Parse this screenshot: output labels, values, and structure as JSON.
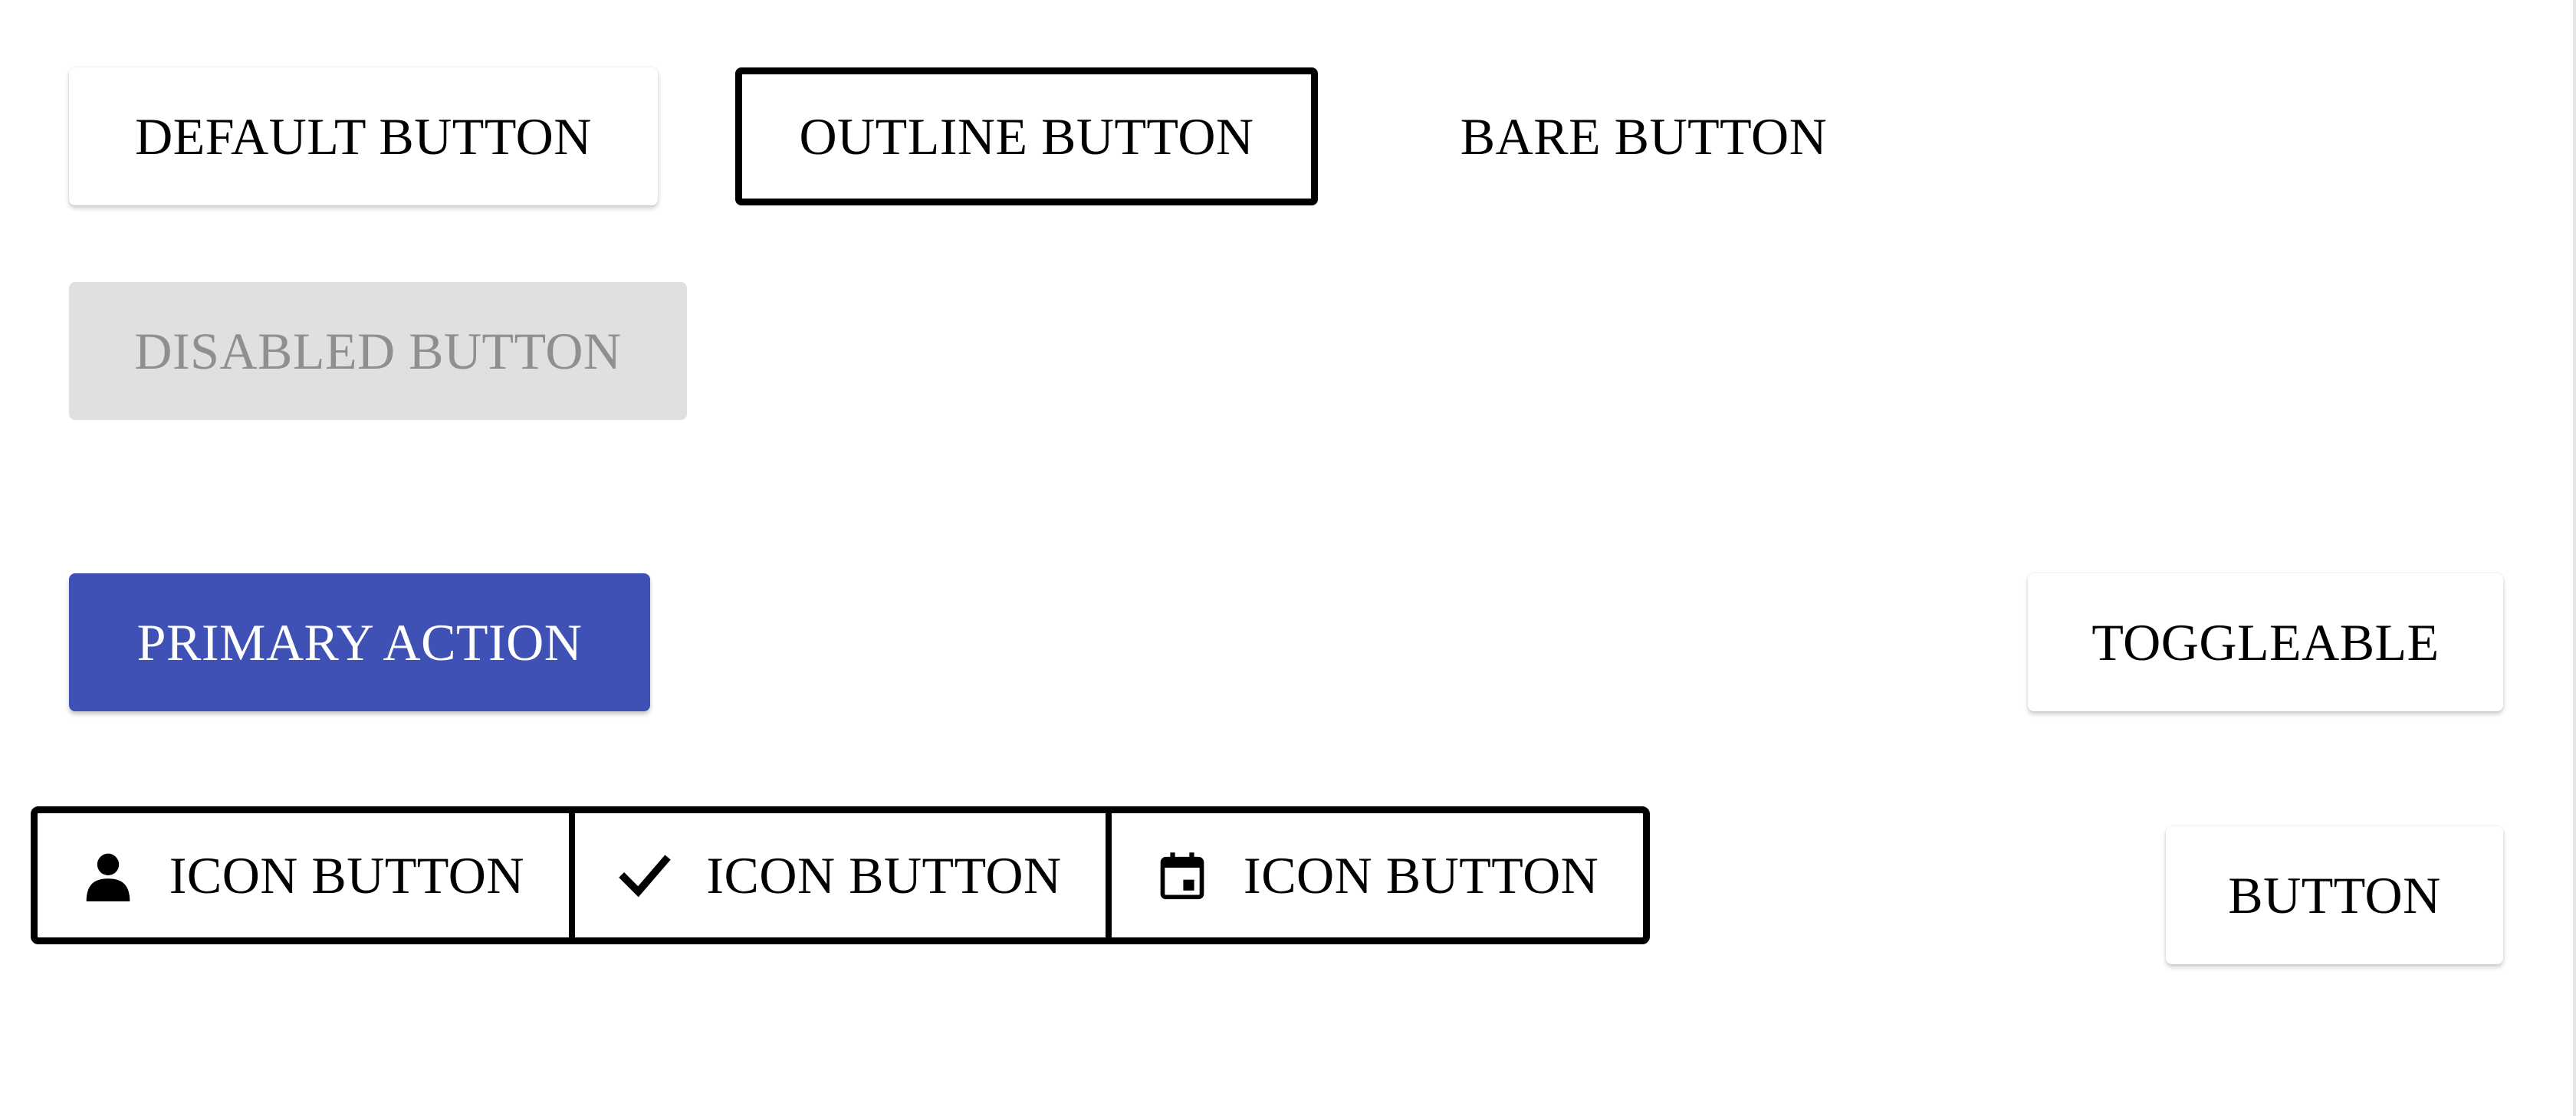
{
  "buttons": {
    "default_label": "DEFAULT BUTTON",
    "outline_label": "OUTLINE BUTTON",
    "bare_label": "BARE BUTTON",
    "disabled_label": "DISABLED BUTTON",
    "primary_label": "PRIMARY ACTION",
    "toggle_label": "TOGGLEABLE",
    "plain_label": "BUTTON"
  },
  "icon_group": {
    "items": [
      {
        "label": "ICON BUTTON",
        "icon": "person-icon"
      },
      {
        "label": "ICON BUTTON",
        "icon": "check-icon"
      },
      {
        "label": "ICON BUTTON",
        "icon": "calendar-icon"
      }
    ]
  },
  "colors": {
    "primary": "#3f51b5",
    "disabled_bg": "#e0e0e0",
    "disabled_text": "#8f8f8f"
  }
}
